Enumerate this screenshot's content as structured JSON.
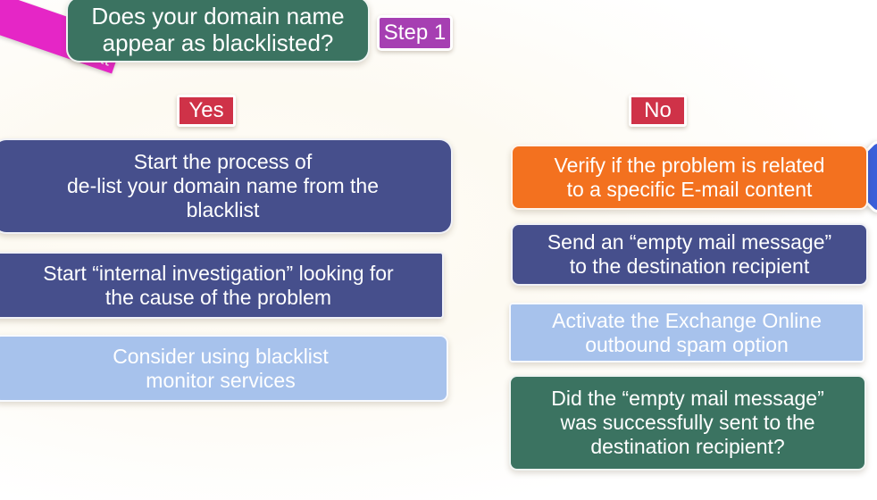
{
  "slide": {
    "ribbon": {
      "text": "nizat",
      "color": "#e526c6"
    },
    "background_color": "#fffdf7"
  },
  "question_top": {
    "text": "Does your domain name appear as blacklisted?",
    "line1": "Does your domain name",
    "line2": "appear as blacklisted?",
    "color": "#3b7361"
  },
  "step_badge": {
    "label": "Step 1",
    "color": "#a63fb2"
  },
  "branches": {
    "yes": {
      "badge_label": "Yes",
      "badge_color": "#cf3248",
      "steps": [
        {
          "name": "delist-domain",
          "line1": "Start the process of",
          "line2": "de-list your domain name from the",
          "line3": "blacklist",
          "color": "#464f8c",
          "text_color": "#ffffff"
        },
        {
          "name": "internal-investigation",
          "line1": "Start “internal investigation” looking for",
          "line2": "the cause of the problem",
          "color": "#464f8c",
          "text_color": "#ffffff"
        },
        {
          "name": "blacklist-monitor",
          "line1": "Consider using blacklist",
          "line2": "monitor services",
          "color": "#a7c2ec",
          "text_color": "#ffffff"
        }
      ]
    },
    "no": {
      "badge_label": "No",
      "badge_color": "#cf3248",
      "steps": [
        {
          "name": "verify-email-content",
          "line1": "Verify if the problem is related",
          "line2": "to a specific E-mail content",
          "color": "#f3711f",
          "text_color": "#ffffff"
        },
        {
          "name": "send-empty-mail",
          "line1": "Send an “empty mail message”",
          "line2": "to the destination recipient",
          "color": "#464f8c",
          "text_color": "#ffffff"
        },
        {
          "name": "activate-outbound-spam",
          "line1": "Activate the Exchange Online",
          "line2": "outbound spam option",
          "color": "#a7c2ec",
          "text_color": "#ffffff"
        },
        {
          "name": "empty-mail-sent-question",
          "line1": "Did the “empty mail message”",
          "line2": "was successfully sent to the",
          "line3": "destination recipient?",
          "color": "#3b7361",
          "text_color": "#ffffff"
        }
      ]
    }
  },
  "arrow_right": {
    "color": "#3a5fd9"
  }
}
